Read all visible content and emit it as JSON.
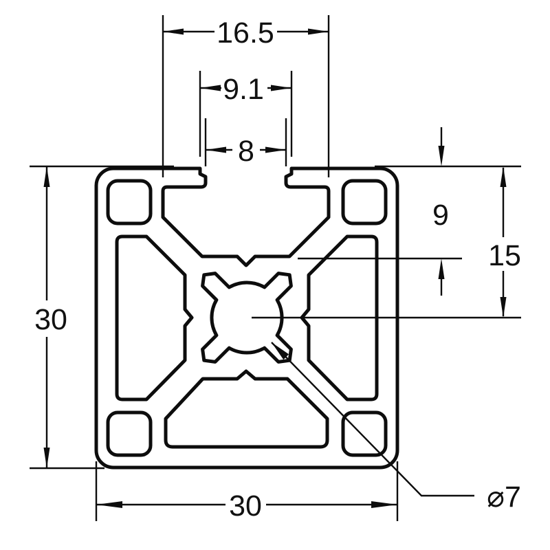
{
  "drawing": {
    "colors": {
      "background": "#ffffff",
      "line": "#0d0d0d",
      "text": "#111111"
    },
    "dimensions": {
      "slot_cavity_width": "16.5",
      "slot_lip_width": "9.1",
      "slot_opening_width": "8",
      "slot_depth": "9",
      "bore_center_from_top": "15",
      "profile_height": "30",
      "profile_width": "30",
      "bore_diameter": "⌀7"
    }
  }
}
